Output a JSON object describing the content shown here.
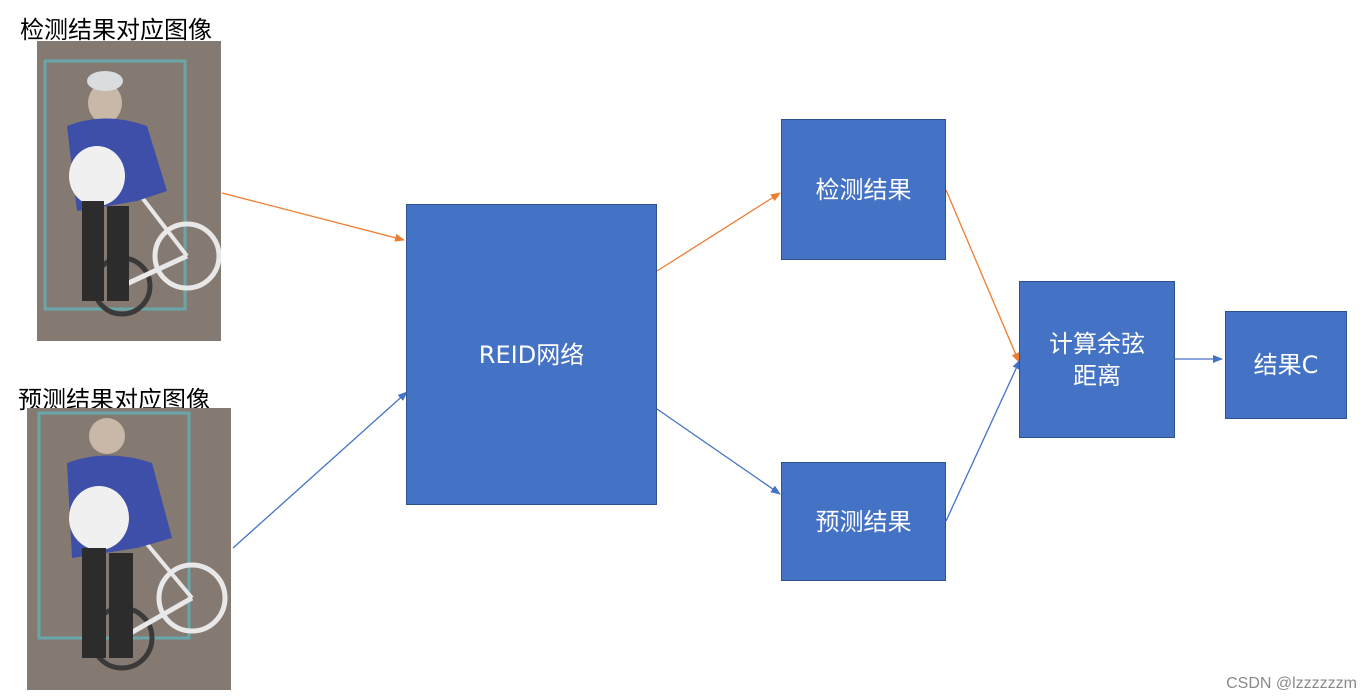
{
  "images": {
    "detection": {
      "caption": "检测结果对应图像"
    },
    "prediction": {
      "caption": "预测结果对应图像"
    }
  },
  "nodes": {
    "reid": {
      "label": "REID网络"
    },
    "det_result": {
      "label": "检测结果"
    },
    "pred_result": {
      "label": "预测结果"
    },
    "cosine": {
      "label_line1": "计算余弦",
      "label_line2": "距离"
    },
    "result_c": {
      "label": "结果C"
    }
  },
  "colors": {
    "box_fill": "#4472c4",
    "box_border": "#2f528f",
    "arrow_orange": "#ed7d31",
    "arrow_blue": "#4472c4"
  },
  "watermark": "CSDN @lzzzzzzm"
}
